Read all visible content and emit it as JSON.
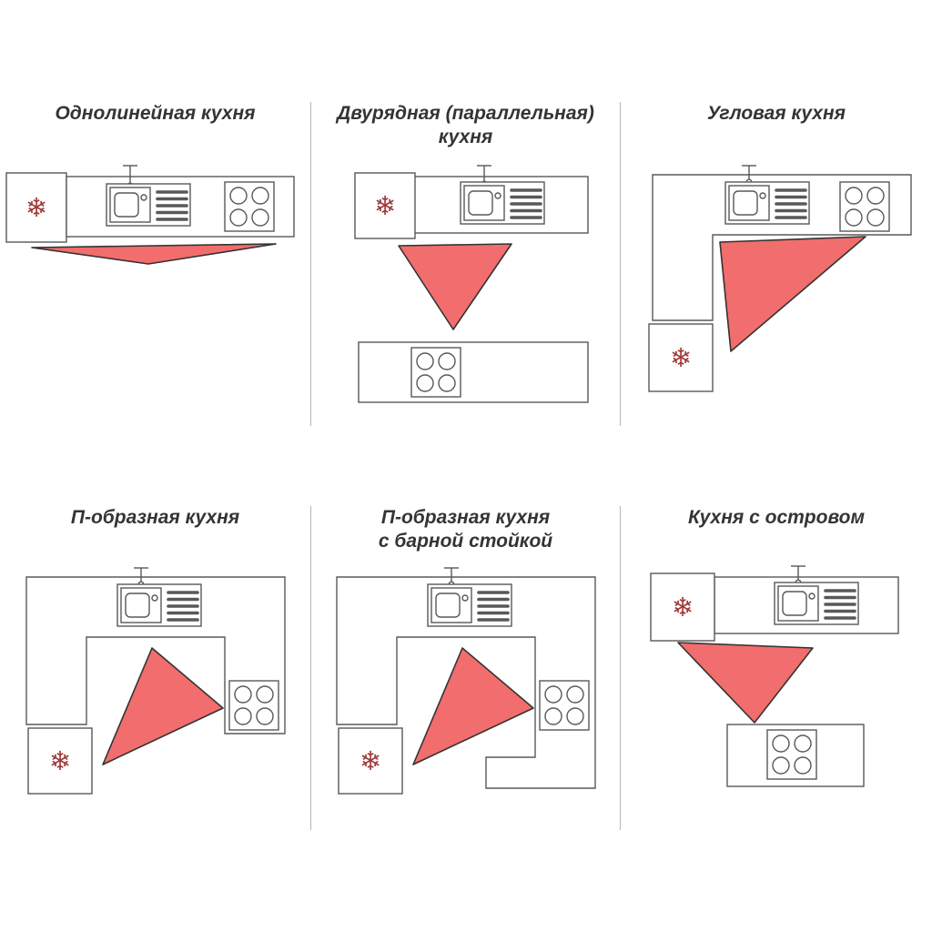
{
  "page": {
    "description": "Kitchen layout types with work triangles"
  },
  "colors": {
    "triangle_fill": "#f26d6d",
    "triangle_stroke": "#333333",
    "outline": "#585858",
    "snowflake": "#a03c3c",
    "divider": "#b5b5b5",
    "title_text": "#343434"
  },
  "icons": {
    "fridge": "❄"
  },
  "cells": [
    {
      "title": "Однолинейная кухня",
      "layout": "single-line"
    },
    {
      "title": "Двурядная (параллельная) кухня",
      "layout": "two-row-parallel"
    },
    {
      "title": "Угловая кухня",
      "layout": "corner"
    },
    {
      "title": "П-образная кухня",
      "layout": "u-shaped"
    },
    {
      "title": "П-образная кухня с барной стойкой",
      "layout": "u-shaped-with-bar"
    },
    {
      "title": "Кухня с островом",
      "layout": "island"
    }
  ]
}
